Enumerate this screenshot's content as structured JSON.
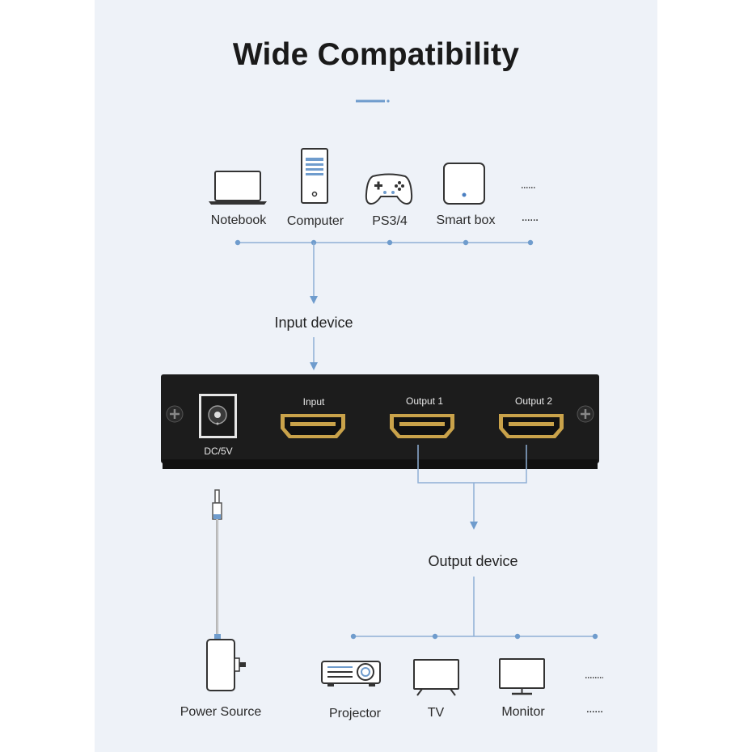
{
  "title": "Wide Compatibility",
  "input_sources": [
    {
      "label": "Notebook",
      "icon": "laptop-icon"
    },
    {
      "label": "Computer",
      "icon": "desktop-tower-icon"
    },
    {
      "label": "PS3/4",
      "icon": "gamepad-icon"
    },
    {
      "label": "Smart box",
      "icon": "smart-box-icon"
    },
    {
      "label": "......",
      "icon": "more-icon"
    }
  ],
  "input_caption": "Input device",
  "splitter": {
    "power_port_label": "DC/5V",
    "input_label": "Input",
    "output1_label": "Output 1",
    "output2_label": "Output 2"
  },
  "output_caption": "Output device",
  "power_label": "Power Source",
  "output_targets": [
    {
      "label": "Projector",
      "icon": "projector-icon"
    },
    {
      "label": "TV",
      "icon": "tv-icon"
    },
    {
      "label": "Monitor",
      "icon": "monitor-icon"
    },
    {
      "label": "......",
      "icon": "more-icon"
    }
  ],
  "colors": {
    "accent": "#6f9ccd",
    "device_body": "#1c1c1c",
    "port_gold": "#c9a24a"
  }
}
